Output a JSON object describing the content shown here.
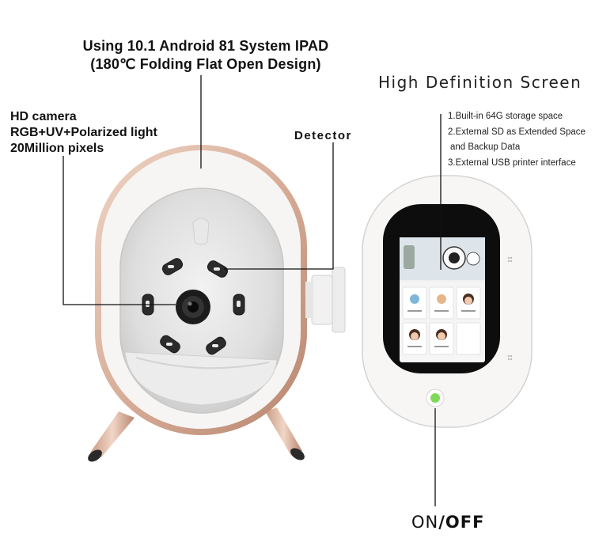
{
  "top_caption": {
    "line1": "Using 10.1 Android 81 System IPAD",
    "line2": "(180℃ Folding Flat Open Design)"
  },
  "camera_caption": {
    "line1": "HD camera",
    "line2": "RGB+UV+Polarized light",
    "line3": "20Million pixels"
  },
  "detector_label": "Detector",
  "screen_caption": "High Definition Screen",
  "screen_features": [
    "1.Built-in 64G storage space",
    "2.External SD as Extended Space",
    "and Backup Data",
    "3.External USB printer interface"
  ],
  "power_label": {
    "on": "ON",
    "separator": "/",
    "off": "OFF"
  },
  "colors": {
    "rose_gold": "#d9b3a0",
    "shell_white": "#f6f4f2",
    "screen_black": "#0d0d0d",
    "power_button_green": "#7ed957"
  }
}
